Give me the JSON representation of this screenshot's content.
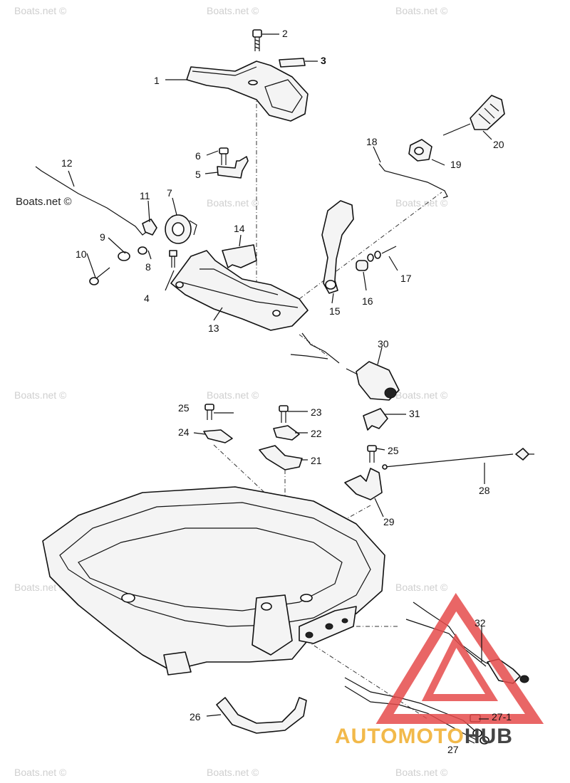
{
  "callouts": {
    "c1": "1",
    "c2": "2",
    "c3": "3",
    "c4": "4",
    "c5": "5",
    "c6": "6",
    "c7": "7",
    "c8": "8",
    "c9": "9",
    "c10": "10",
    "c11": "11",
    "c12": "12",
    "c13": "13",
    "c14": "14",
    "c15": "15",
    "c16": "16",
    "c17": "17",
    "c18": "18",
    "c19": "19",
    "c20": "20",
    "c21": "21",
    "c22": "22",
    "c23": "23",
    "c24": "24",
    "c25a": "25",
    "c25b": "25",
    "c26": "26",
    "c27": "27",
    "c27_1": "27-1",
    "c28": "28",
    "c29": "29",
    "c30": "30",
    "c31": "31",
    "c32": "32"
  },
  "watermark": {
    "text": "Boats.net ©"
  },
  "logo": {
    "part1": "AUTOMOTO",
    "part2": "HUB",
    "color_primary": "#f2b94a",
    "color_secondary": "#444444",
    "triangle_color": "#e54b4b"
  }
}
